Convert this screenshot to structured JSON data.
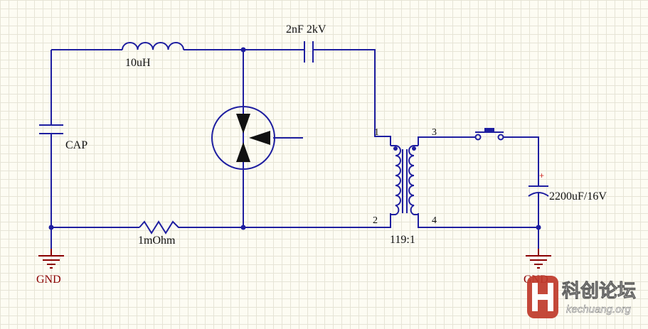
{
  "labels": {
    "inductor": "10uH",
    "hv_cap": "2nF 2kV",
    "cap": "CAP",
    "resistor": "1mOhm",
    "transformer_ratio": "119:1",
    "output_cap": "2200uF/16V",
    "gnd_left": "GND",
    "gnd_right": "GND",
    "pin1": "1",
    "pin2": "2",
    "pin3": "3",
    "pin4": "4",
    "polarity": "+"
  },
  "watermark": {
    "cn": "科创论坛",
    "url": "kechuang.org",
    "logo_color": "#c0392b"
  },
  "colors": {
    "wire": "#1e1ea0",
    "ground": "#8b0000"
  }
}
